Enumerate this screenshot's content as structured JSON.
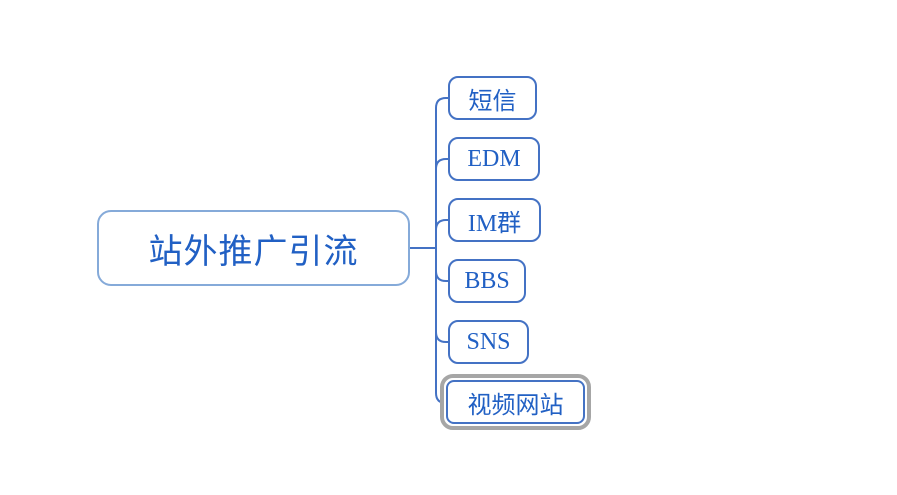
{
  "mindmap": {
    "root": {
      "label": "站外推广引流"
    },
    "children": [
      {
        "label": "短信",
        "selected": false
      },
      {
        "label": "EDM",
        "selected": false
      },
      {
        "label": "IM群",
        "selected": false
      },
      {
        "label": "BBS",
        "selected": false
      },
      {
        "label": "SNS",
        "selected": false
      },
      {
        "label": "视频网站",
        "selected": true
      }
    ],
    "colors": {
      "background": "#ffffff",
      "root_border": "#85aad9",
      "child_border": "#4472c4",
      "text": "#2160c4",
      "connector": "#4472c4",
      "selection_ring": "#a6a6a6"
    }
  }
}
